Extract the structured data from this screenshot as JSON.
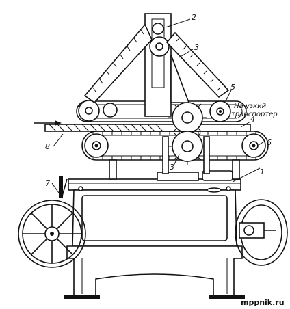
{
  "labels": {
    "l1": "1",
    "l2": "2",
    "l3": "3",
    "l3b": "3",
    "l4": "4",
    "l5": "5",
    "l6": "6",
    "l7": "7",
    "l8": "8"
  },
  "note": {
    "line1": "На узкий",
    "line2": "транспортер"
  },
  "watermark": "mppnik.ru"
}
